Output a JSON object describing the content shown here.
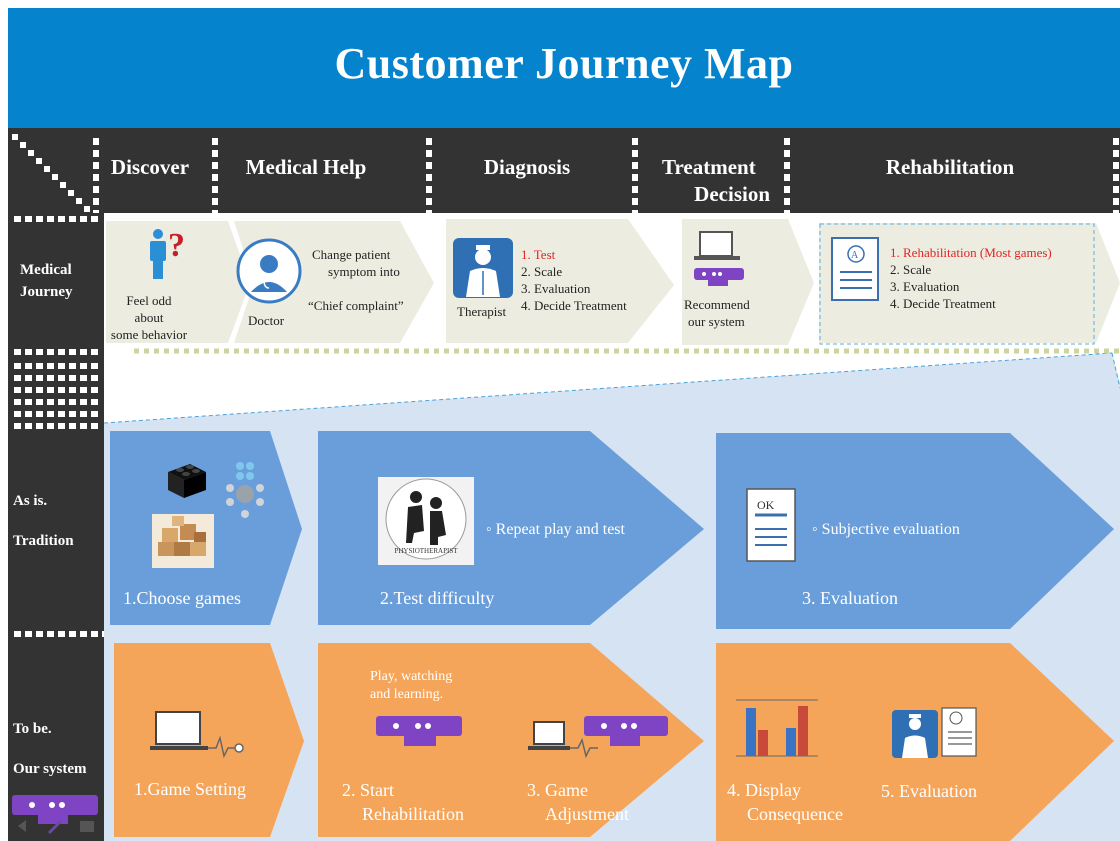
{
  "title": "Customer Journey Map",
  "stages": [
    "Discover",
    "Medical Help",
    "Diagnosis",
    "Treatment Decision",
    "Rehabilitation"
  ],
  "stage_treatment_line1": "Treatment",
  "stage_treatment_line2": "Decision",
  "rows": {
    "medical_journey": "Medical Journey",
    "medical_journey_l1": "Medical",
    "medical_journey_l2": "Journey",
    "as_is_l1": "As is.",
    "as_is_l2": "Tradition",
    "to_be_l1": "To be.",
    "to_be_l2": "Our system"
  },
  "medical_journey": {
    "discover": {
      "l1": "Feel odd",
      "l2": "about",
      "l3": "some behavior"
    },
    "doctor": {
      "label": "Doctor",
      "l1": "Change patient",
      "l2": "symptom  into",
      "l3": "“Chief complaint”"
    },
    "therapist": {
      "label": "Therapist",
      "items": [
        "1.  Test",
        "2.  Scale",
        "3.  Evaluation",
        "4.  Decide Treatment"
      ]
    },
    "recommend": {
      "l1": "Recommend",
      "l2": "our system"
    },
    "rehab": {
      "items": [
        "1.  Rehabilitation   (Most games)",
        "2.  Scale",
        "3.  Evaluation",
        "4.  Decide Treatment"
      ]
    }
  },
  "as_is": {
    "step1": "1.Choose games",
    "step2": "2.Test  difficulty",
    "step2_bullet": "◦  Repeat play and test",
    "step2_badge": "PHYSIOTHERAPIST",
    "step3": "3. Evaluation",
    "step3_bullet": "◦  Subjective  evaluation",
    "step3_doc": "OK"
  },
  "to_be": {
    "step1": "1.Game  Setting",
    "note_l1": "Play,  watching",
    "note_l2": "and learning.",
    "step2_l1": "2.  Start",
    "step2_l2": "Rehabilitation",
    "step3_l1": "3.  Game",
    "step3_l2": "Adjustment",
    "step4_l1": "4.  Display",
    "step4_l2": "Consequence",
    "step5": "5.  Evaluation"
  },
  "colors": {
    "title_bg": "#0583CC",
    "dark": "#333333",
    "blue_chevron": "#6A9EDA",
    "orange_chevron": "#F5A55A",
    "light_band": "#D6E3F3",
    "beige": "#ECEDE0",
    "purple": "#7E44C4",
    "red_text": "#E02424"
  },
  "icons": [
    "question-person-icon",
    "doctor-icon",
    "therapist-icon",
    "laptop-icon",
    "kinect-icon",
    "report-icon",
    "lego-icon",
    "blocks-icon",
    "physio-icon",
    "document-icon",
    "chart-icon",
    "pulse-icon"
  ]
}
